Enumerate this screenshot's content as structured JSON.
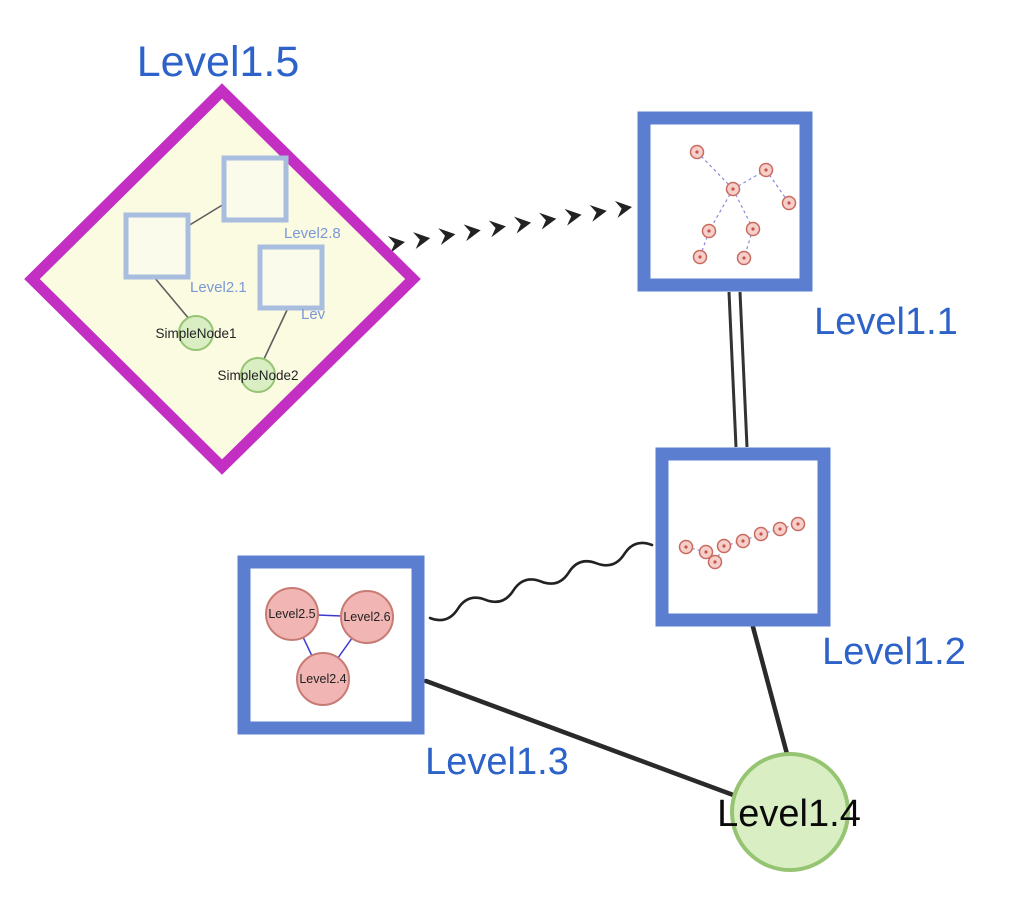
{
  "nodes": {
    "level15": "Level1.5",
    "level11": "Level1.1",
    "level12": "Level1.2",
    "level13": "Level1.3",
    "level14": "Level1.4"
  },
  "level15_children": {
    "square1": "Level2.8",
    "square2": "Level2.1",
    "square3": "Lev",
    "simple1": "SimpleNode1",
    "simple2": "SimpleNode2"
  },
  "level13_children": {
    "c1": "Level2.5",
    "c2": "Level2.6",
    "c3": "Level2.4"
  },
  "colors": {
    "label-blue": "#2d62c8",
    "inner-label-blue": "#7b97d6",
    "box-border-blue": "#5b7ed1",
    "diamond-magenta": "#c32fc3",
    "diamond-fill": "#fbfbe2",
    "inner-square-border": "#a9bede",
    "inner-square-fill": "#fbfbec",
    "green-fill": "#d9efc3",
    "green-border": "#95c472",
    "pink-fill": "#f1b5b3",
    "pink-border": "#c87b74",
    "tiny-node-fill": "#f7cfca",
    "tiny-node-border": "#c96a5e",
    "inner-edge-blue": "#8b8bd9",
    "edge-black": "#2a2a2a",
    "background": "#ffffff"
  }
}
